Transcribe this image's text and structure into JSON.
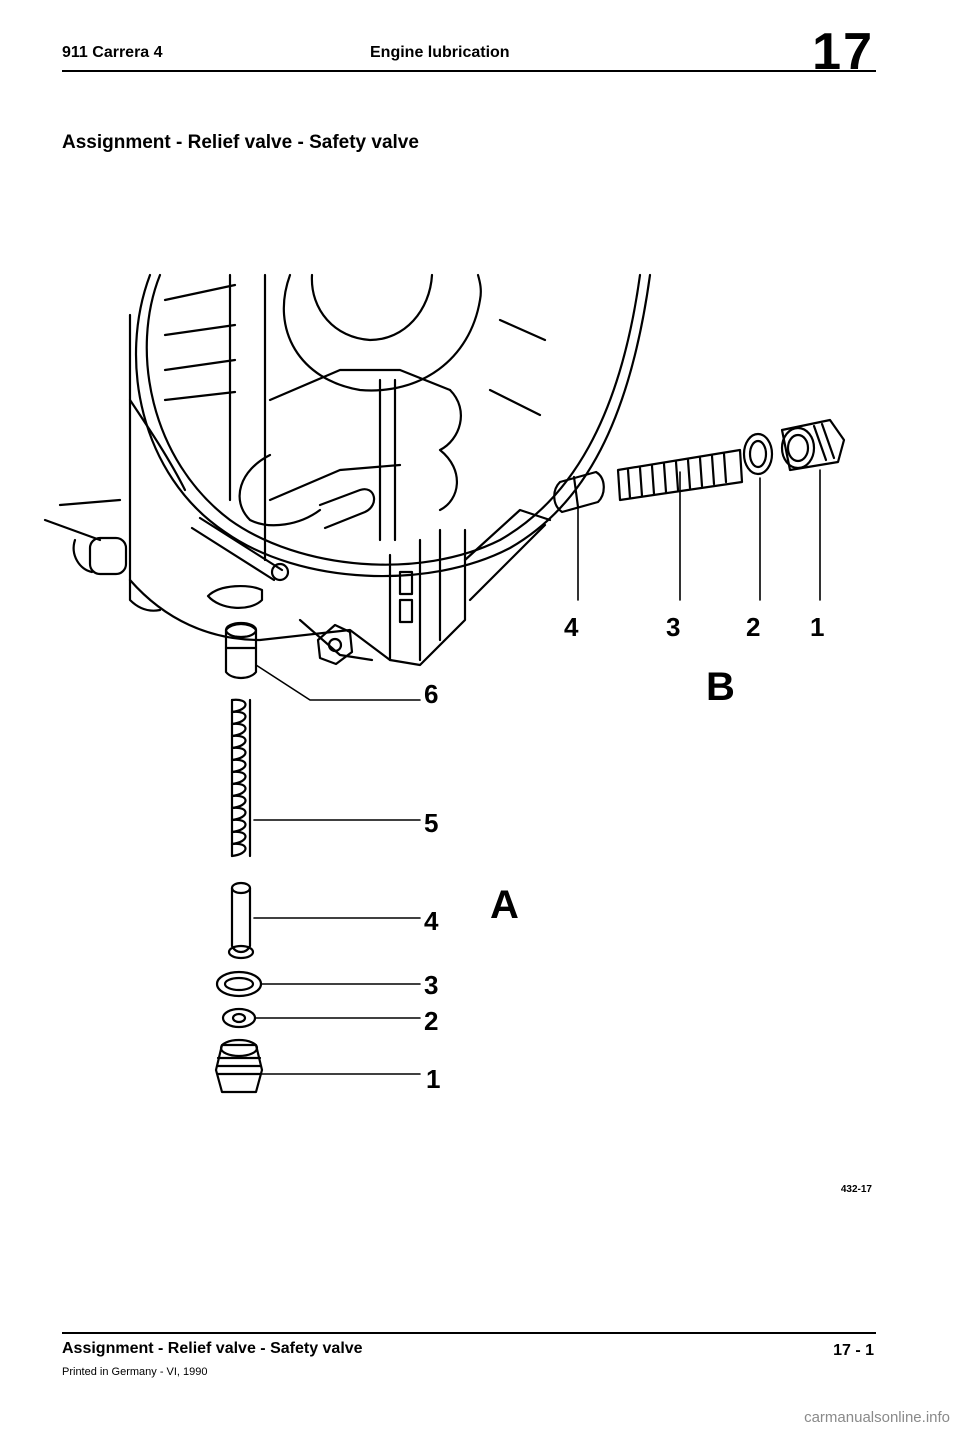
{
  "header": {
    "model": "911 Carrera 4",
    "section": "Engine lubrication",
    "chapter": "17"
  },
  "title": "Assignment - Relief valve - Safety valve",
  "figure": {
    "group_a": {
      "letter": "A",
      "callouts": [
        "6",
        "5",
        "4",
        "3",
        "2",
        "1"
      ]
    },
    "group_b": {
      "letter": "B",
      "callouts": [
        "4",
        "3",
        "2",
        "1"
      ]
    },
    "figure_number": "432-17"
  },
  "footer": {
    "title": "Assignment - Relief valve - Safety valve",
    "page": "17 - 1",
    "printed": "Printed in Germany - VI, 1990"
  },
  "watermark": "carmanualsonline.info"
}
